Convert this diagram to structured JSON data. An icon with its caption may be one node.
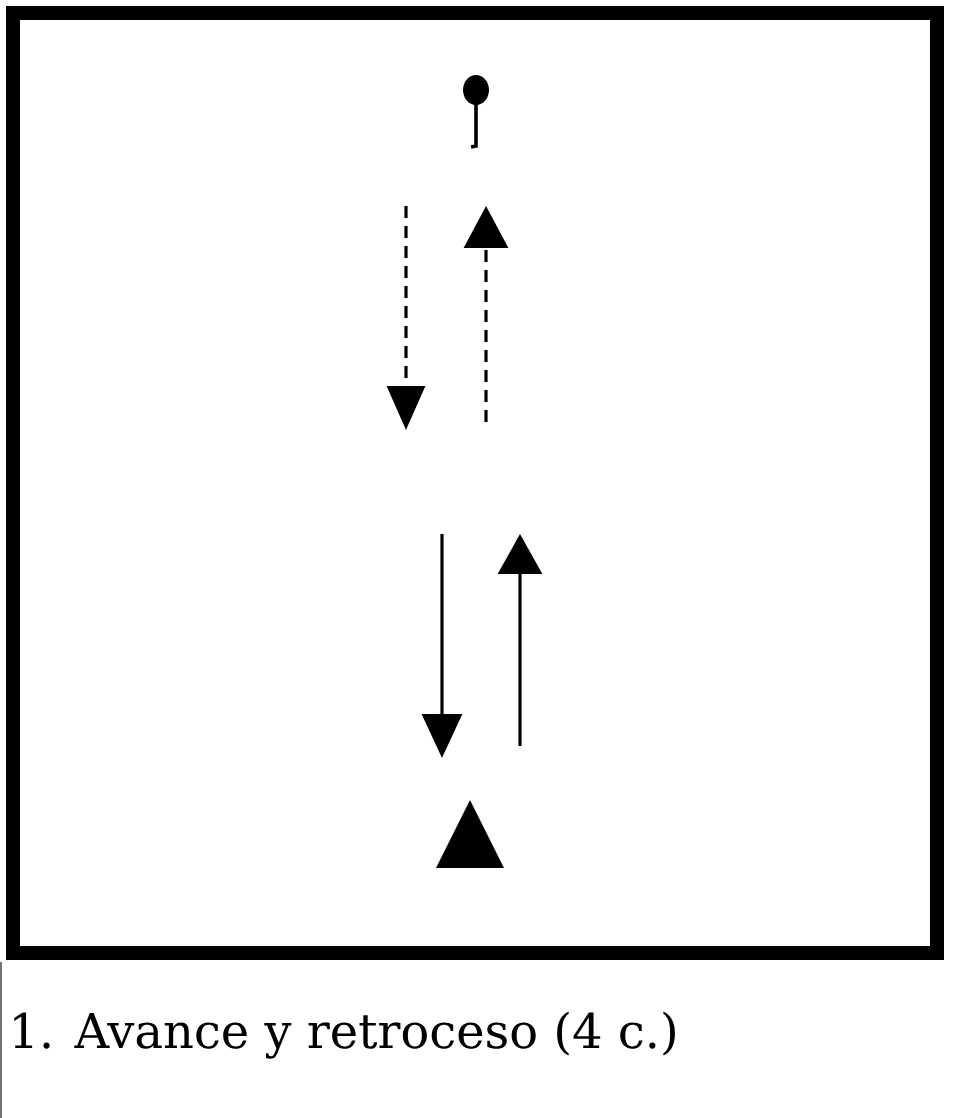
{
  "diagram": {
    "caption": "1. Avance y retroceso (4 c.)",
    "nodes": [
      {
        "text": [],
        "shape": "circle"
      },
      {
        "text": [],
        "shape": "triangle"
      }
    ]
  }
}
